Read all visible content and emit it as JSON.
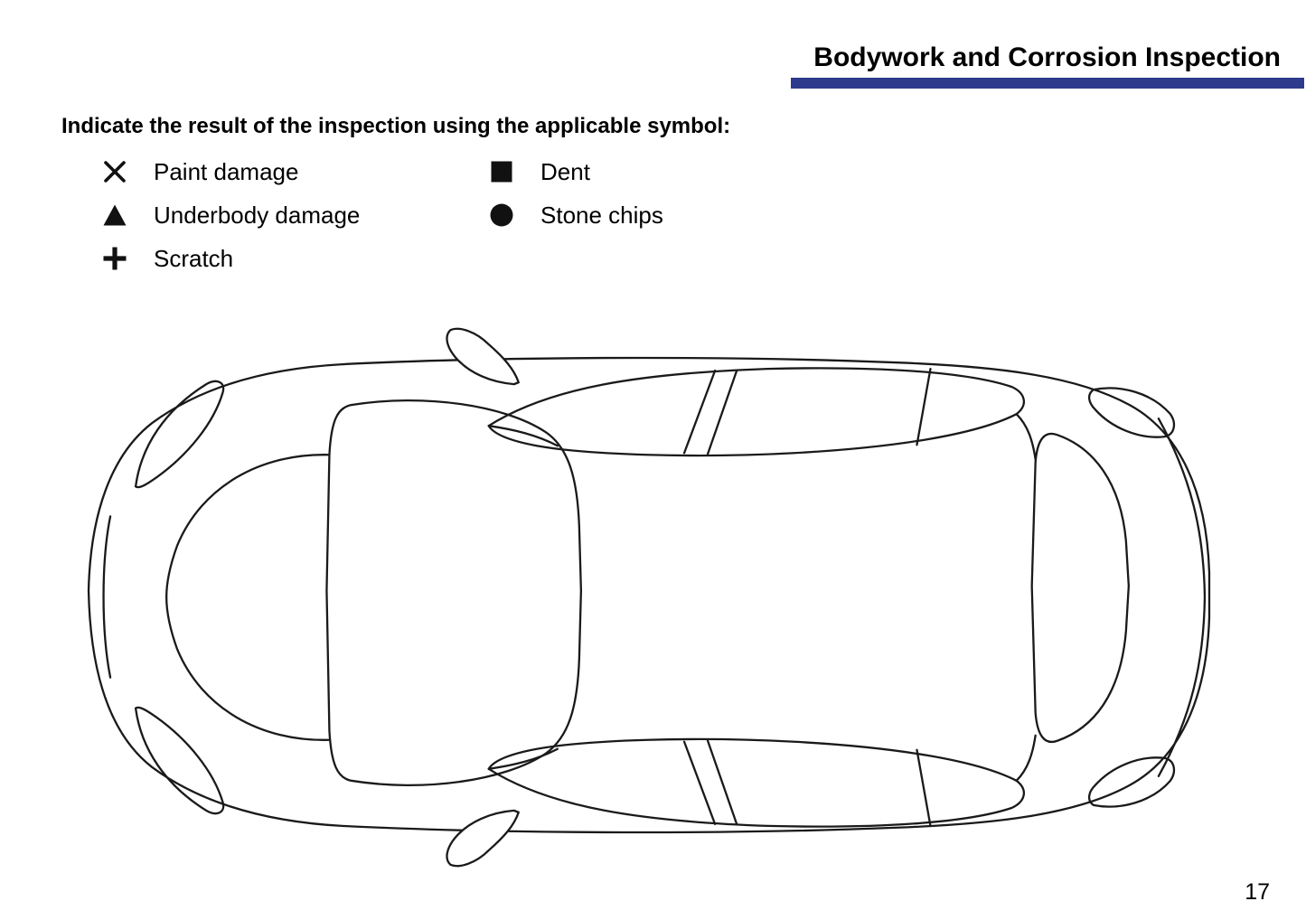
{
  "header": {
    "title": "Bodywork and Corrosion Inspection",
    "accent_color": "#2e3a8c"
  },
  "instruction": "Indicate the result of the inspection using the applicable symbol:",
  "legend": {
    "columns": [
      {
        "items": [
          {
            "icon": "x-mark-icon",
            "label": "Paint damage"
          },
          {
            "icon": "triangle-icon",
            "label": "Underbody damage"
          },
          {
            "icon": "plus-icon",
            "label": "Scratch"
          }
        ]
      },
      {
        "items": [
          {
            "icon": "square-icon",
            "label": "Dent"
          },
          {
            "icon": "circle-icon",
            "label": "Stone chips"
          }
        ]
      }
    ]
  },
  "diagram": {
    "name": "car-top-view-outline"
  },
  "footer": {
    "page_number": "17"
  }
}
